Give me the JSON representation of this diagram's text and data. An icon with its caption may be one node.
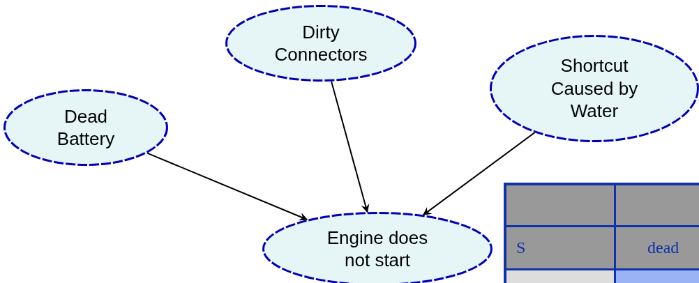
{
  "diagram": {
    "nodes": [
      {
        "text": [
          "Dead Battery"
        ]
      },
      {
        "text": [
          "Dirty Connectors"
        ]
      },
      {
        "text": [
          "Shortcut Caused by Water"
        ]
      },
      {
        "text": [
          "Engine does not start"
        ]
      }
    ],
    "edges": [
      {
        "from": 0,
        "to": 3,
        "arrow": "to"
      },
      {
        "from": 1,
        "to": 3,
        "arrow": "to"
      },
      {
        "from": 2,
        "to": 3,
        "arrow": "to"
      }
    ],
    "labels": [
      "S",
      "dead"
    ]
  }
}
